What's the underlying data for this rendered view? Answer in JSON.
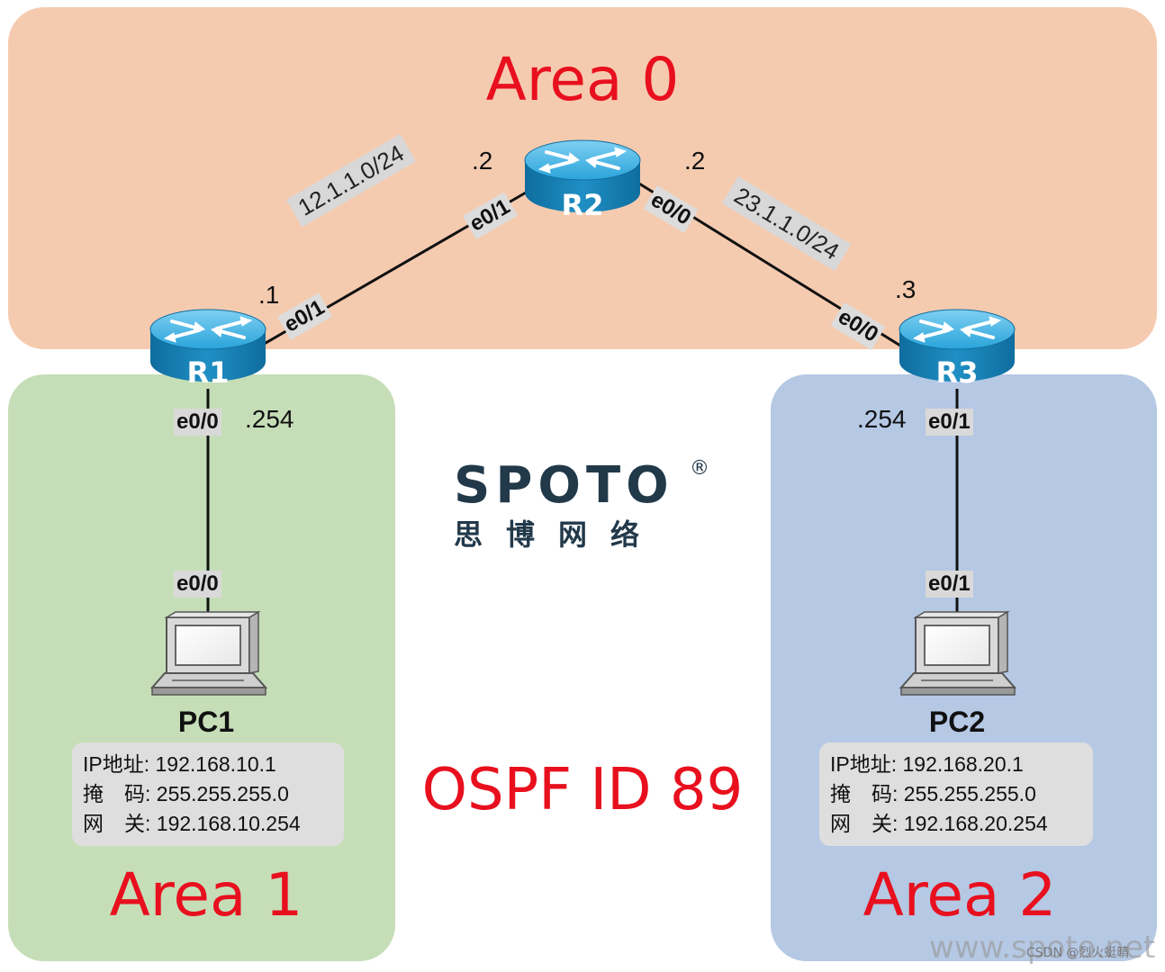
{
  "areas": {
    "area0": "Area 0",
    "area1": "Area 1",
    "area2": "Area 2"
  },
  "title": "OSPF ID 89",
  "routers": {
    "r1": "R1",
    "r2": "R2",
    "r3": "R3"
  },
  "links": {
    "r1_r2": {
      "subnet": "12.1.1.0/24",
      "r1_iface": "e0/1",
      "r1_addr": ".1",
      "r2_iface": "e0/1",
      "r2_addr": ".2"
    },
    "r2_r3": {
      "subnet": "23.1.1.0/24",
      "r2_iface": "e0/0",
      "r2_addr": ".2",
      "r3_iface": "e0/0",
      "r3_addr": ".3"
    },
    "r1_pc1": {
      "r1_iface": "e0/0",
      "r1_addr": ".254",
      "pc_iface": "e0/0"
    },
    "r3_pc2": {
      "r3_iface": "e0/1",
      "r3_addr": ".254",
      "pc_iface": "e0/1"
    }
  },
  "pcs": {
    "pc1": {
      "name": "PC1",
      "ip": "IP地址: 192.168.10.1",
      "mask": "掩　码: 255.255.255.0",
      "gateway": "网　关: 192.168.10.254"
    },
    "pc2": {
      "name": "PC2",
      "ip": "IP地址: 192.168.20.1",
      "mask": "掩　码: 255.255.255.0",
      "gateway": "网　关: 192.168.20.254"
    }
  },
  "logo": {
    "name": "SPOTO",
    "registered": "®",
    "subtitle": "思博网络"
  },
  "watermark": {
    "site": "www.spoto.net",
    "credit": "CSDN @烈火蜓晴"
  },
  "colors": {
    "area0": "#f5cbb0",
    "area1": "#c6deb8",
    "area2": "#b5c8e4",
    "area_title": "#e8101e",
    "router": "#1f8fc4"
  }
}
